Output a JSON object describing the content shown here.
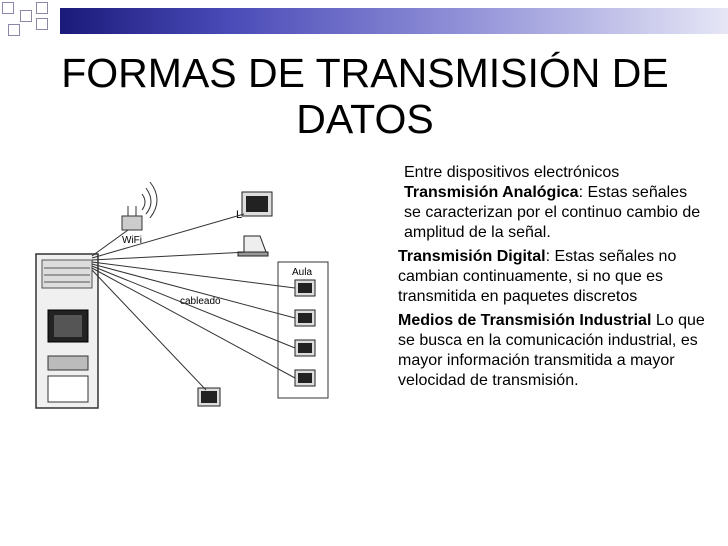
{
  "slide": {
    "title": "FORMAS DE TRANSMISIÓN DE DATOS",
    "paragraphs": {
      "p1_line1": "Entre dispositivos electrónicos",
      "p1_bold": "Transmisión Analógica",
      "p1_rest": ": Estas señales se caracterizan por el continuo cambio de amplitud de la señal.",
      "p2_bold": "Transmisión Digital",
      "p2_rest": ": Estas señales no cambian continuamente, si no que es transmitida en paquetes discretos",
      "p3_bold": "Medios de Transmisión Industrial",
      "p3_rest": " Lo que se busca en la comunicación industrial, es mayor información transmitida a mayor velocidad de transmisión."
    },
    "diagram": {
      "wifi_label": "WiFi",
      "cable_label": "cableado",
      "aula_label": "Aula",
      "lan_label": "L"
    },
    "colors": {
      "bar_dark": "#1a1a7a",
      "bar_light": "#e6e6f6",
      "square_border": "#8a8aa8"
    }
  }
}
